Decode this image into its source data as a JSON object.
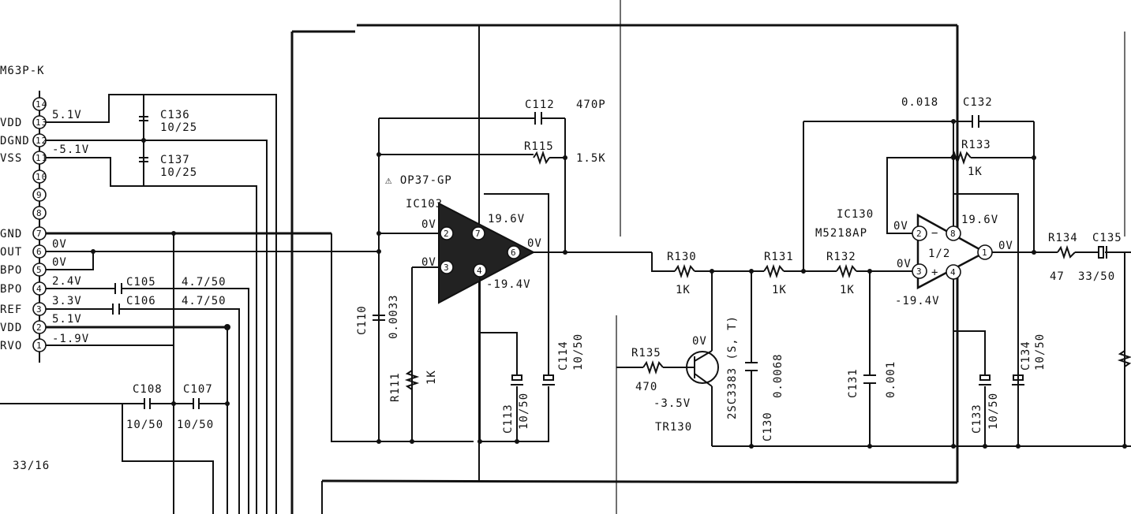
{
  "connector": {
    "part": "M63P-K",
    "pins": [
      {
        "num": "14",
        "label": ""
      },
      {
        "num": "13",
        "label": "VDD"
      },
      {
        "num": "12",
        "label": "DGND"
      },
      {
        "num": "11",
        "label": "VSS"
      },
      {
        "num": "10",
        "label": ""
      },
      {
        "num": "9",
        "label": ""
      },
      {
        "num": "8",
        "label": ""
      },
      {
        "num": "7",
        "label": "GND"
      },
      {
        "num": "6",
        "label": "OUT"
      },
      {
        "num": "5",
        "label": "BPO"
      },
      {
        "num": "4",
        "label": "BPO"
      },
      {
        "num": "3",
        "label": "REF"
      },
      {
        "num": "2",
        "label": "VDD"
      },
      {
        "num": "1",
        "label": "RVO"
      }
    ],
    "voltages": {
      "p13": "5.1V",
      "p11": "-5.1V",
      "p6": "0V",
      "p5": "0V",
      "p4": "2.4V",
      "p3": "3.3V",
      "p2": "5.1V",
      "p1": "-1.9V"
    }
  },
  "components": {
    "c136": {
      "ref": "C136",
      "value": "10/25"
    },
    "c137": {
      "ref": "C137",
      "value": "10/25"
    },
    "c105": {
      "ref": "C105",
      "value": "4.7/50"
    },
    "c106": {
      "ref": "C106",
      "value": "4.7/50"
    },
    "c108": {
      "ref": "C108",
      "value": "10/50"
    },
    "c107": {
      "ref": "C107",
      "value": "10/50"
    },
    "c_left": {
      "value": "33/16"
    },
    "c112": {
      "ref": "C112",
      "value": "470P"
    },
    "r115": {
      "ref": "R115",
      "value": "1.5K"
    },
    "c110": {
      "ref": "C110",
      "value": "0.0033"
    },
    "r111": {
      "ref": "R111",
      "value": "1K"
    },
    "c113": {
      "ref": "C113",
      "value": "10/50"
    },
    "c114": {
      "ref": "C114",
      "value": "10/50"
    },
    "r130": {
      "ref": "R130",
      "value": "1K"
    },
    "r131": {
      "ref": "R131",
      "value": "1K"
    },
    "r132": {
      "ref": "R132",
      "value": "1K"
    },
    "r135": {
      "ref": "R135",
      "value": "470"
    },
    "c130": {
      "ref": "C130",
      "value": "0.0068"
    },
    "c131": {
      "ref": "C131",
      "value": "0.001"
    },
    "tr130": {
      "ref": "TR130",
      "part": "2SC3383 (S, T)",
      "v_base": "-3.5V",
      "v_col": "0V"
    },
    "c132": {
      "ref": "C132",
      "value": "0.018"
    },
    "r133": {
      "ref": "R133",
      "value": "1K"
    },
    "r134": {
      "ref": "R134",
      "value": "47"
    },
    "c135": {
      "ref": "C135",
      "value": "33/50"
    },
    "c133": {
      "ref": "C133",
      "value": "10/50"
    },
    "c134": {
      "ref": "C134",
      "value": "10/50"
    }
  },
  "ic103": {
    "ref": "IC103",
    "part": "⚠ OP37-GP",
    "pins": {
      "p2": "2",
      "p3": "3",
      "p4": "4",
      "p6": "6",
      "p7": "7"
    },
    "v_in_minus": "0V",
    "v_in_plus": "0V",
    "v_pos": "19.6V",
    "v_neg": "-19.4V",
    "v_out": "0V"
  },
  "ic130": {
    "ref": "IC130",
    "part": "M5218AP",
    "section": "1/2",
    "pins": {
      "p1": "1",
      "p2": "2",
      "p3": "3",
      "p4": "4",
      "p8": "8"
    },
    "minus": "−",
    "plus": "+",
    "v_in_minus": "0V",
    "v_in_plus": "0V",
    "v_pos": "19.6V",
    "v_neg": "-19.4V",
    "v_out": "0V"
  }
}
